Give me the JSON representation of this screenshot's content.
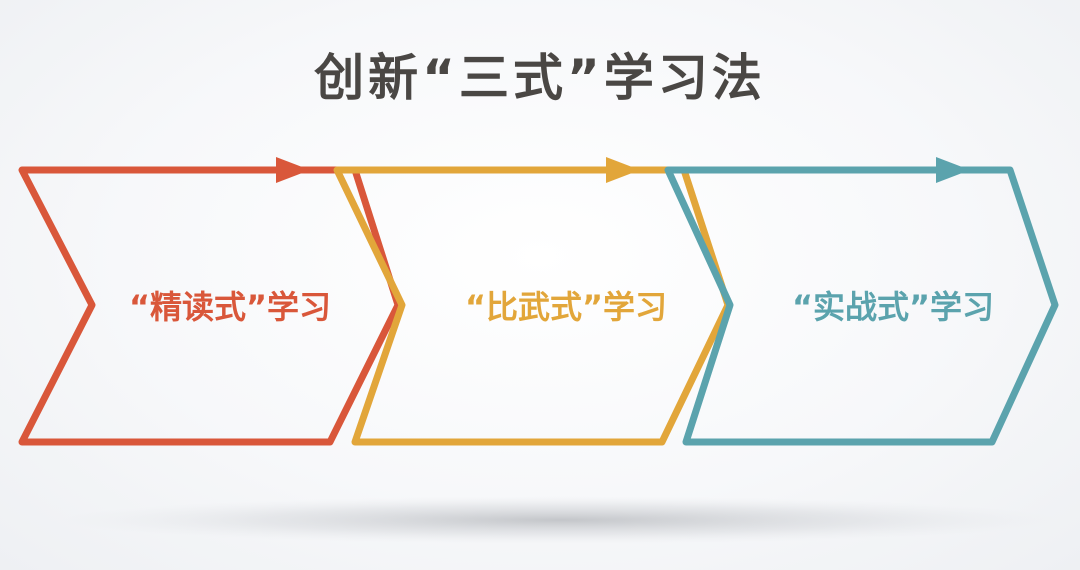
{
  "title": "创新“三式”学习法",
  "steps": [
    {
      "label": "“精读式”学习",
      "color": "#d9573a"
    },
    {
      "label": "“比武式”学习",
      "color": "#e2a63a"
    },
    {
      "label": "“实战式”学习",
      "color": "#5ba3ad"
    }
  ]
}
